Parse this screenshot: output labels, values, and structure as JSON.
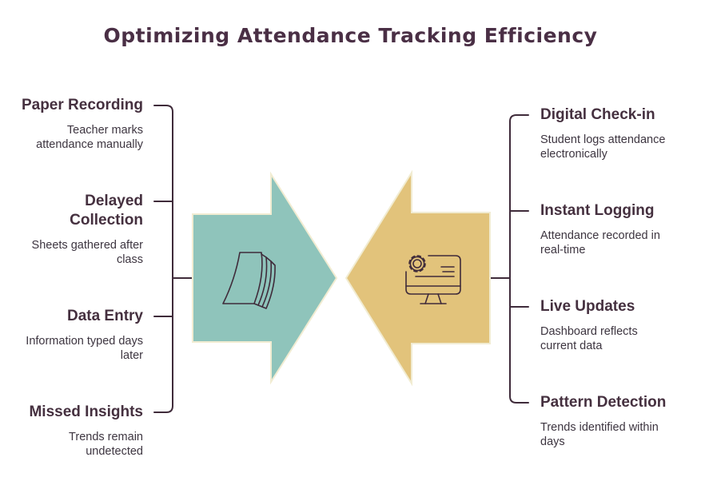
{
  "title": "Optimizing Attendance Tracking Efficiency",
  "left": [
    {
      "heading": "Paper Recording",
      "desc": "Teacher marks attendance manually"
    },
    {
      "heading": "Delayed Collection",
      "desc": "Sheets gathered after class"
    },
    {
      "heading": "Data Entry",
      "desc": "Information typed days later"
    },
    {
      "heading": "Missed Insights",
      "desc": "Trends remain undetected"
    }
  ],
  "right": [
    {
      "heading": "Digital Check-in",
      "desc": "Student logs attendance electronically"
    },
    {
      "heading": "Instant Logging",
      "desc": "Attendance recorded in real-time"
    },
    {
      "heading": "Live Updates",
      "desc": "Dashboard reflects current data"
    },
    {
      "heading": "Pattern Detection",
      "desc": "Trends identified within days"
    }
  ],
  "colors": {
    "left_arrow": "#8fc4bb",
    "right_arrow": "#e2c37b",
    "arrow_border": "#f1ecd2",
    "lines": "#3f2b3a"
  },
  "icons": {
    "left_arrow_icon": "paper-sheets-icon",
    "right_arrow_icon": "computer-gear-icon"
  }
}
